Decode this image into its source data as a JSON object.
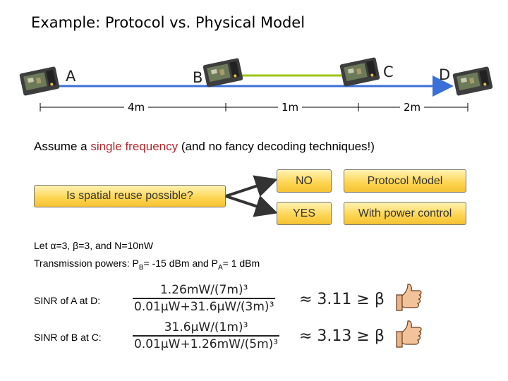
{
  "title": "Example: Protocol vs. Physical Model",
  "nodes": {
    "a": "A",
    "b": "B",
    "c": "C",
    "d": "D"
  },
  "distances": {
    "ab": "4m",
    "bc": "1m",
    "cd": "2m"
  },
  "assume": {
    "prefix": "Assume a ",
    "highlight": "single frequency",
    "suffix": " (and no fancy decoding techniques!)"
  },
  "question": "Is spatial reuse possible?",
  "answers": {
    "no": "NO",
    "yes": "YES",
    "protocol_model": "Protocol Model",
    "power_control": "With power control"
  },
  "params": "Let α=3, β=3, and N=10nW",
  "tx": {
    "prefix": "Transmission powers: P",
    "sub_b": "B",
    "mid": "= -15 dBm and P",
    "sub_a": "A",
    "suffix": "= 1 dBm"
  },
  "sinr_a": {
    "label": "SINR of A at D:",
    "numerator": "1.26mW/(7m)³",
    "denominator": "0.01μW+31.6μW/(3m)³",
    "approx": "≈ 3.11 ≥ β"
  },
  "sinr_b": {
    "label": "SINR of B at C:",
    "numerator": "31.6μW/(1m)³",
    "denominator": "0.01μW+1.26mW/(5m)³",
    "approx": "≈ 3.13 ≥ β"
  },
  "colors": {
    "link_a_d": "#3a6fd8",
    "link_b_c": "#9bc41a",
    "highlight": "#b0282e",
    "box_fill": "#fdd450"
  },
  "icons": [
    "sensor-device-icon",
    "thumbs-up-icon",
    "arrow-icon"
  ]
}
